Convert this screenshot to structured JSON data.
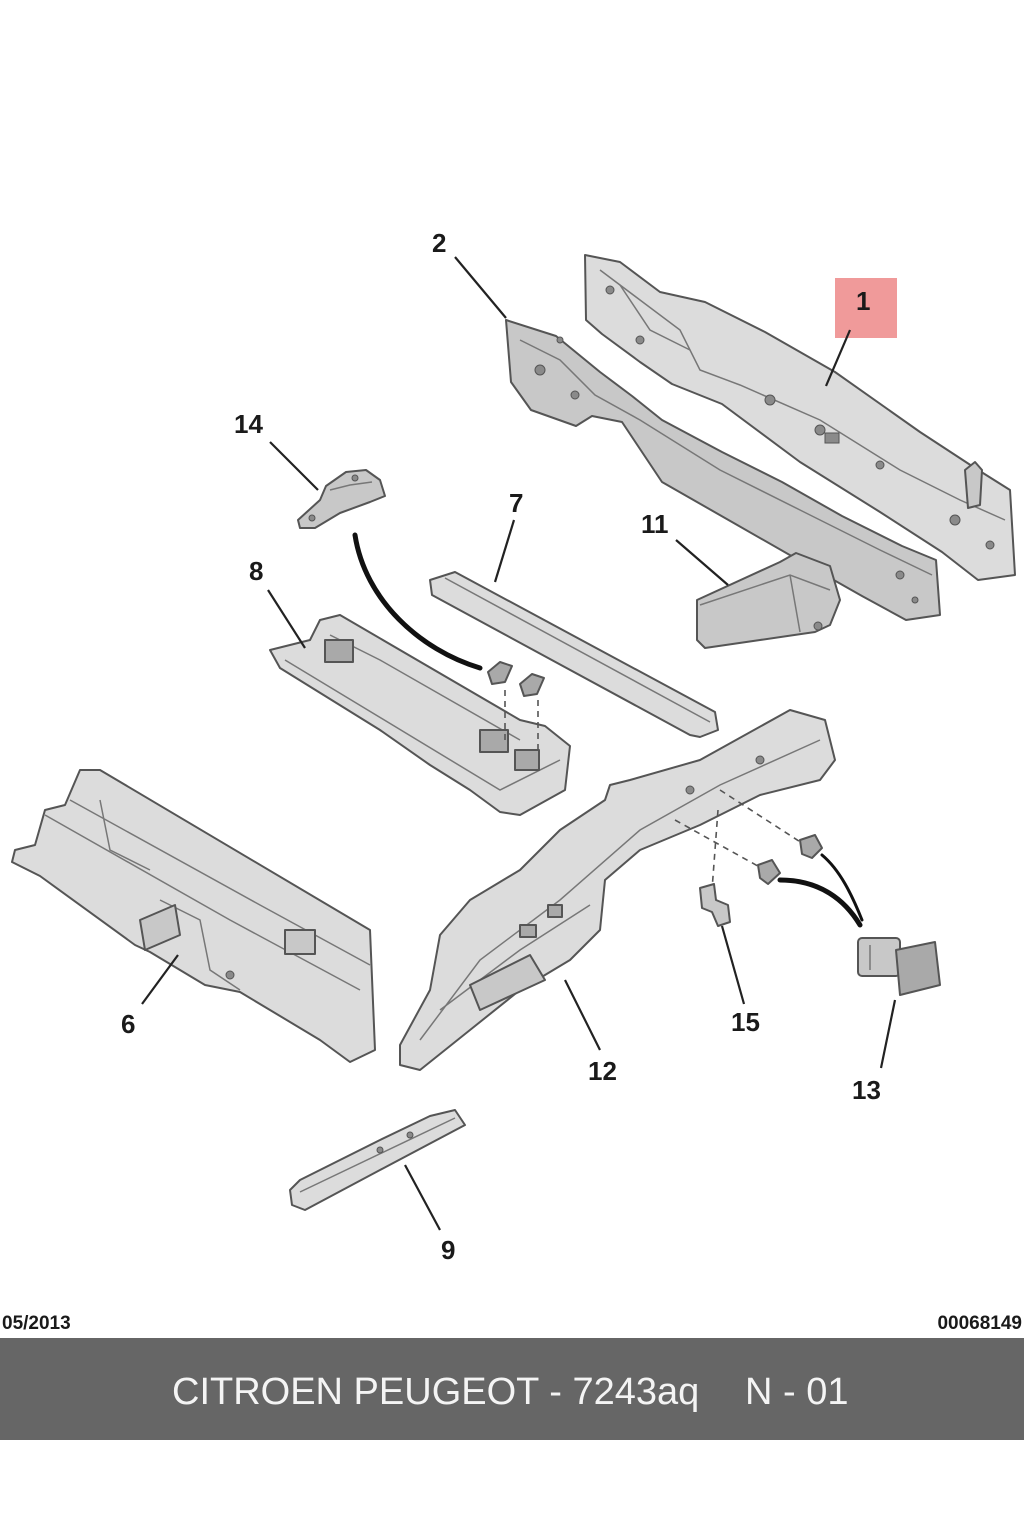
{
  "callouts": {
    "part_1": "1",
    "part_2": "2",
    "part_6": "6",
    "part_7": "7",
    "part_8": "8",
    "part_9": "9",
    "part_11": "11",
    "part_12": "12",
    "part_13": "13",
    "part_14": "14",
    "part_15": "15"
  },
  "highlight_color": "#f09a9a",
  "meta": {
    "date": "05/2013",
    "doc_code": "00068149"
  },
  "footer": {
    "title": "CITROEN PEUGEOT - 7243aq",
    "page": "N - 01",
    "background": "#666666"
  }
}
